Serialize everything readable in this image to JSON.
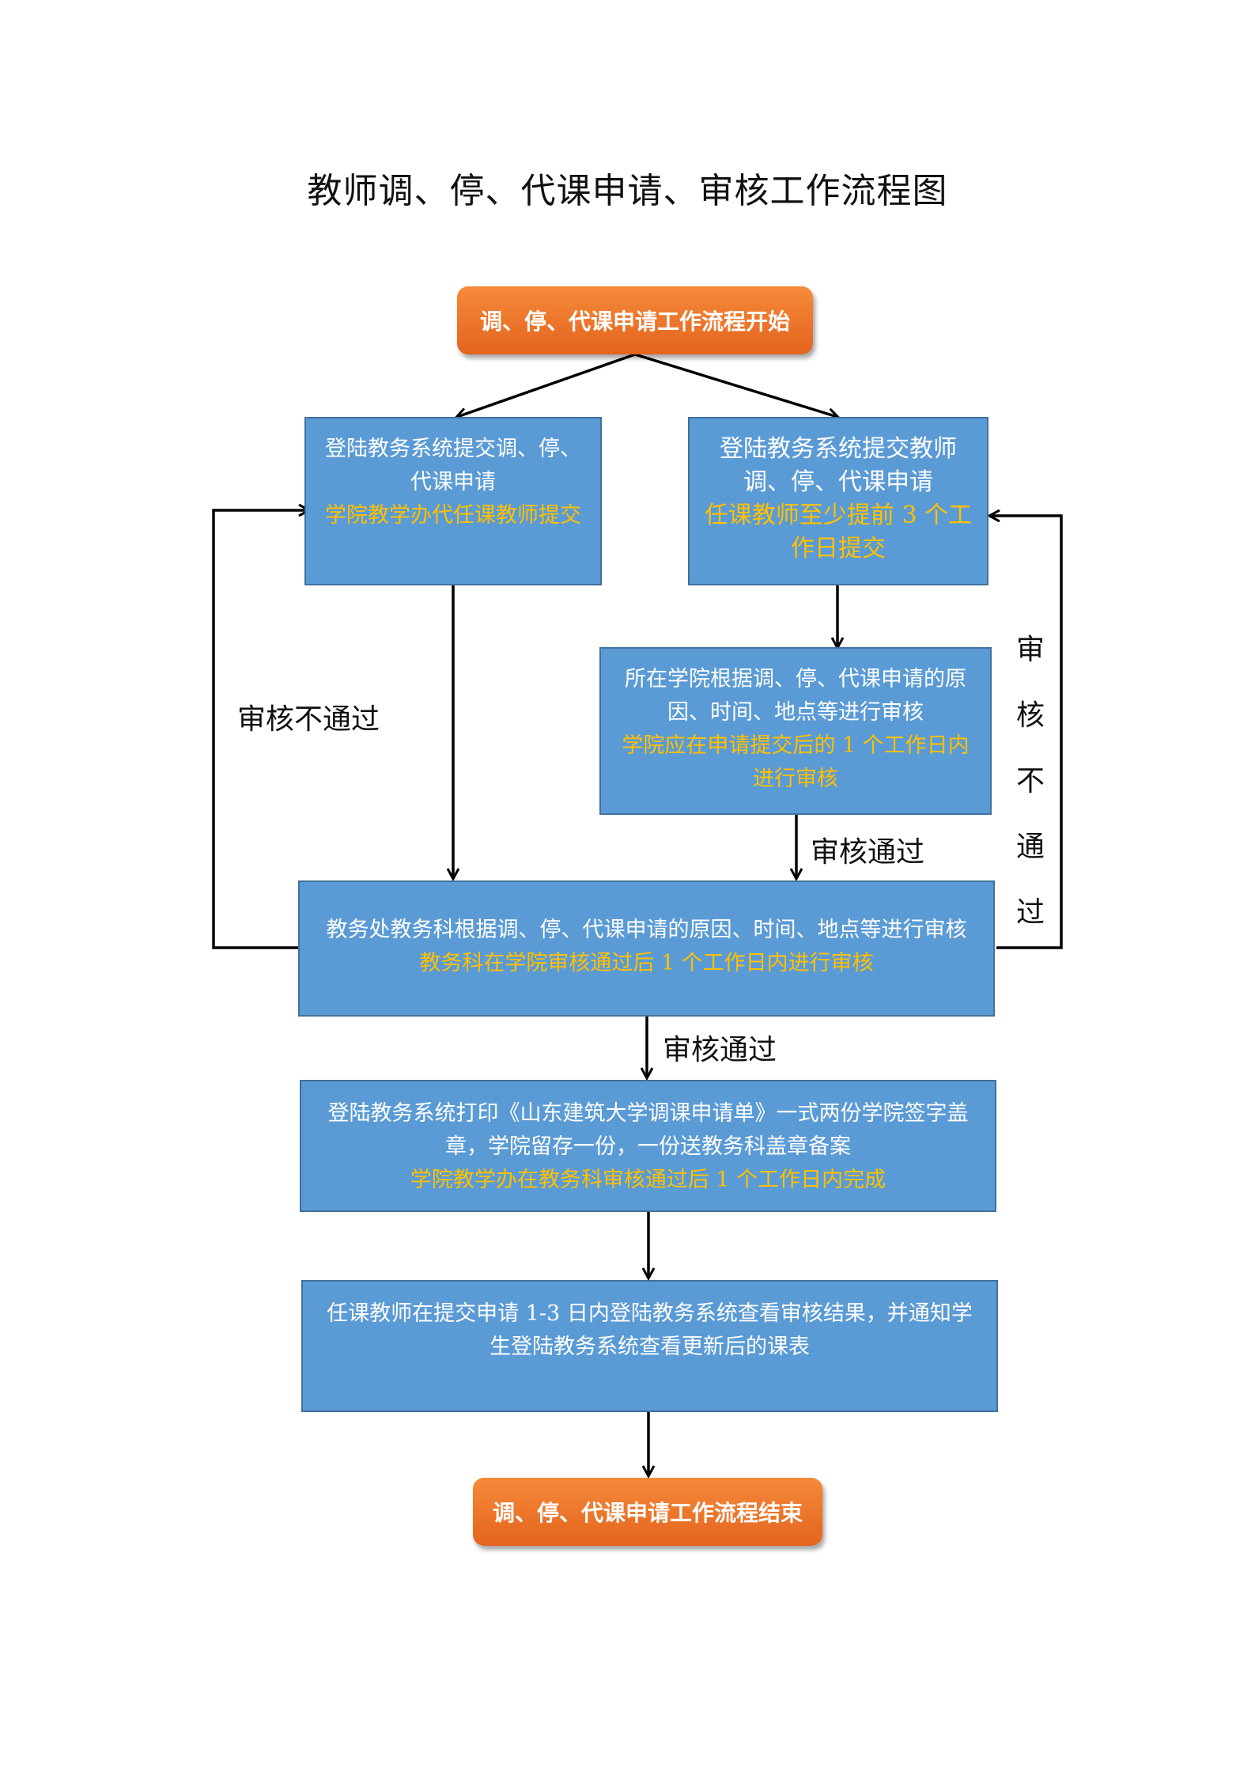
{
  "title": "教师调、停、代课申请、审核工作流程图",
  "start": "调、停、代课申请工作流程开始",
  "end": "调、停、代课申请工作流程结束",
  "box_left": {
    "main": "登陆教务系统提交调、停、代课申请",
    "note": "学院教学办代任课教师提交"
  },
  "box_right": {
    "main": "登陆教务系统提交教师调、停、代课申请",
    "note": "任课教师至少提前 3 个工作日提交"
  },
  "box_college": {
    "main": "所在学院根据调、停、代课申请的原因、时间、地点等进行审核",
    "note": "学院应在申请提交后的 1 个工作日内进行审核"
  },
  "box_office": {
    "main": "教务处教务科根据调、停、代课申请的原因、时间、地点等进行审核",
    "note": "教务科在学院审核通过后 1 个工作日内进行审核"
  },
  "box_print": {
    "main": "登陆教务系统打印《山东建筑大学调课申请单》一式两份学院签字盖章，学院留存一份，一份送教务科盖章备案",
    "note": "学院教学办在教务科审核通过后 1 个工作日内完成"
  },
  "box_check": {
    "main": "任课教师在提交申请 1-3 日内登陆教务系统查看审核结果，并通知学生登陆教务系统查看更新后的课表"
  },
  "labels": {
    "reject_left": "审核不通过",
    "pass_college": "审核通过",
    "pass_office": "审核通过",
    "reject_right": [
      "审",
      "核",
      "不",
      "通",
      "过"
    ]
  },
  "colors": {
    "orange": "#e4641e",
    "blue_box": "#5b9bd5",
    "note_text": "#ffc000"
  }
}
